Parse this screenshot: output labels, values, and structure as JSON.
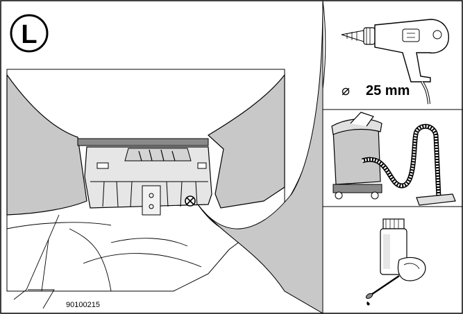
{
  "figure": {
    "step_letter": "L",
    "drill_size": "25 mm",
    "diameter_symbol": "⌀",
    "reference_code": "90100215"
  },
  "tools": [
    {
      "icon": "drill-icon"
    },
    {
      "icon": "vacuum-cleaner-icon"
    },
    {
      "icon": "touch-up-paint-bottle-icon"
    }
  ],
  "colors": {
    "line": "#000000",
    "panel_gray": "#c8c8c8",
    "dark_gray": "#8a8a8a",
    "background": "#ffffff"
  }
}
